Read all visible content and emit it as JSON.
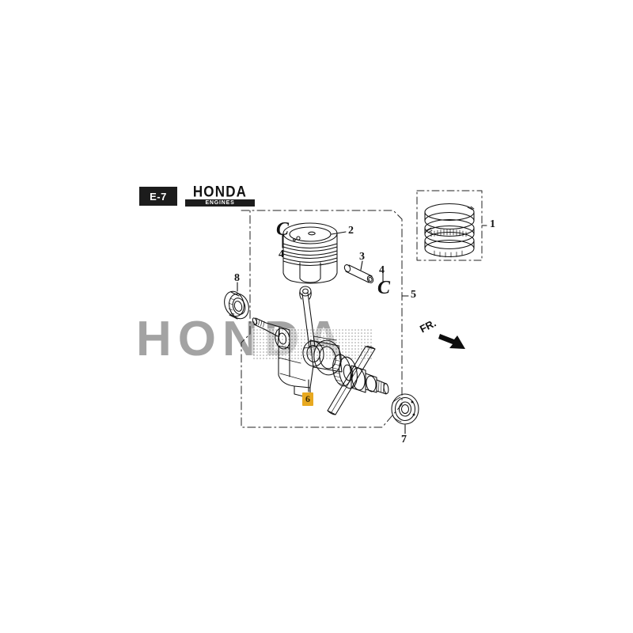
{
  "header": {
    "code": "E-7",
    "brand": "HONDA",
    "brand_sub": "ENGINES"
  },
  "watermark": {
    "text": "HONDA"
  },
  "direction_marker": {
    "label": "FR.",
    "icon": "arrow-down-right-icon"
  },
  "callouts": [
    {
      "id": "1",
      "label": "1",
      "part": "piston-ring-set"
    },
    {
      "id": "2",
      "label": "2",
      "part": "piston"
    },
    {
      "id": "3",
      "label": "3",
      "part": "piston-pin"
    },
    {
      "id": "4a",
      "label": "4",
      "part": "piston-pin-clip-left"
    },
    {
      "id": "4b",
      "label": "4",
      "part": "piston-pin-clip-right"
    },
    {
      "id": "5",
      "label": "5",
      "part": "piston-assembly-group"
    },
    {
      "id": "6",
      "label": "6",
      "part": "crankshaft",
      "highlighted": true
    },
    {
      "id": "7",
      "label": "7",
      "part": "ball-bearing-right"
    },
    {
      "id": "8",
      "label": "8",
      "part": "ball-bearing-left"
    }
  ],
  "clips": [
    {
      "id": "clip-left",
      "glyph": "C"
    },
    {
      "id": "clip-right",
      "glyph": "C"
    }
  ]
}
